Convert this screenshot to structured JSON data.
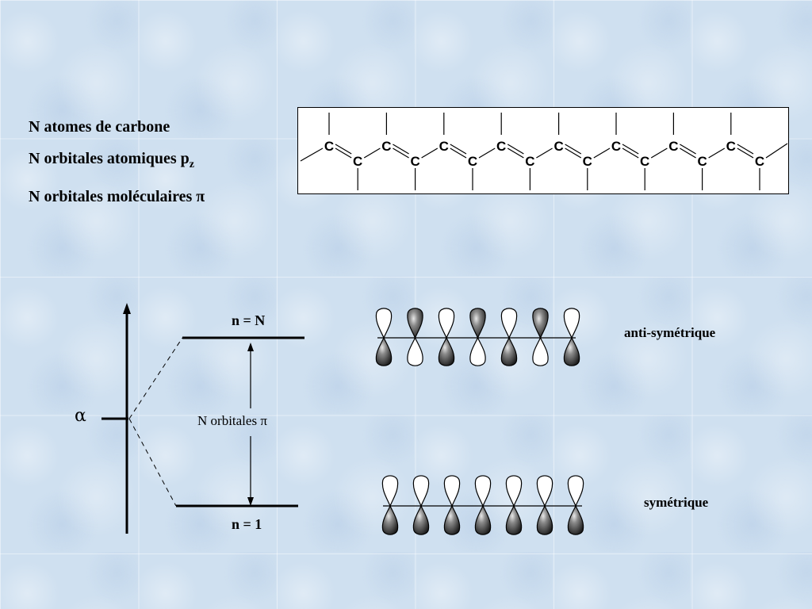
{
  "intro": {
    "line1": "N atomes de carbone",
    "line2_text": "N orbitales atomiques p",
    "line2_sub": "z",
    "line3": "N orbitales moléculaires π"
  },
  "chain": {
    "atom_label": "C"
  },
  "diagram": {
    "alpha_label": "α",
    "top_level_label": "n = N",
    "bottom_level_label": "n = 1",
    "span_label": "N orbitales π"
  },
  "orbitals": {
    "antisym_label": "anti-symétrique",
    "sym_label": "symétrique",
    "antisym_pattern": [
      {
        "top": "white",
        "bottom": "dark"
      },
      {
        "top": "dark",
        "bottom": "white"
      },
      {
        "top": "white",
        "bottom": "dark"
      },
      {
        "top": "dark",
        "bottom": "white"
      },
      {
        "top": "white",
        "bottom": "dark"
      },
      {
        "top": "dark",
        "bottom": "white"
      },
      {
        "top": "white",
        "bottom": "dark"
      }
    ],
    "sym_pattern": [
      {
        "top": "white",
        "bottom": "dark"
      },
      {
        "top": "white",
        "bottom": "dark"
      },
      {
        "top": "white",
        "bottom": "dark"
      },
      {
        "top": "white",
        "bottom": "dark"
      },
      {
        "top": "white",
        "bottom": "dark"
      },
      {
        "top": "white",
        "bottom": "dark"
      },
      {
        "top": "white",
        "bottom": "dark"
      }
    ]
  },
  "colors": {
    "background": "#cfe0f0",
    "lobe_dark": "#3a3a3a",
    "lobe_white": "#ffffff"
  }
}
